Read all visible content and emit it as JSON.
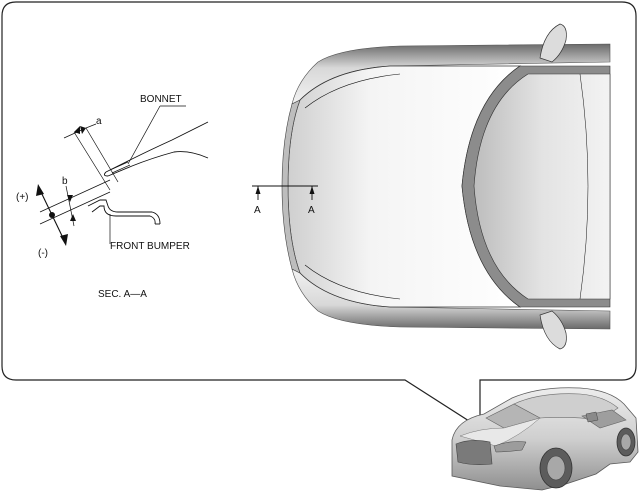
{
  "labels": {
    "bonnet": "BONNET",
    "front_bumper": "FRONT BUMPER",
    "dim_a": "a",
    "dim_b": "b",
    "plus": "(+)",
    "minus": "(-)",
    "section": "SEC. A—A",
    "section_mark_left": "A",
    "section_mark_right": "A"
  },
  "colors": {
    "line": "#111111",
    "car_body": "#e6e6e6",
    "car_shadow": "#9a9a9a",
    "glass": "#dcdcdc",
    "callout_border": "#222222"
  }
}
